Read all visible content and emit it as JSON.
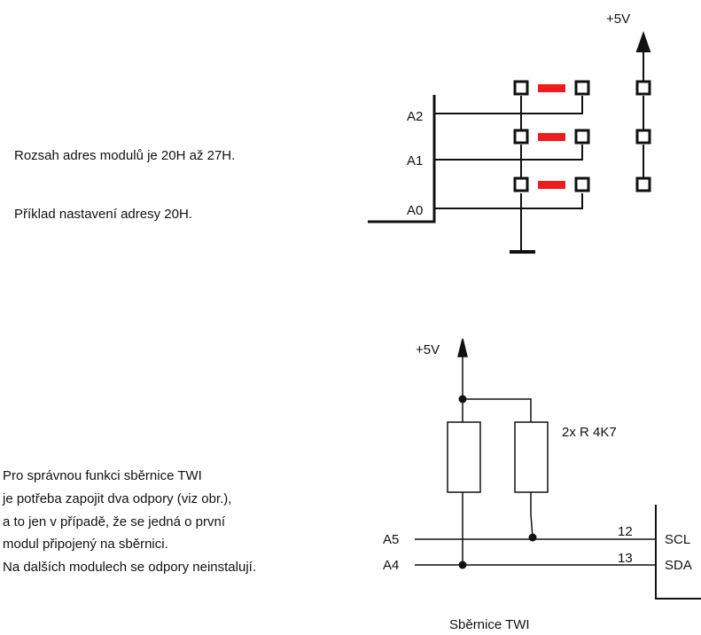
{
  "address_info": {
    "range_text": "Rozsah adres modulů je 20H až 27H.",
    "example_text": "Příklad nastavení adresy 20H."
  },
  "pullup_info": {
    "lines": [
      "Pro správnou funkci sběrnice TWI",
      "je potřeba zapojit dva odpory (viz obr.),",
      "a to jen v případě, že se jedná o první",
      "modul připojený na sběrnici.",
      "Na dalších modulech se odpory neinstalují."
    ]
  },
  "address_diagram": {
    "supply_label": "+5V",
    "pins": [
      "A2",
      "A1",
      "A0"
    ],
    "jumper_color": "#ee1c1c"
  },
  "twi_diagram": {
    "supply_label": "+5V",
    "resistor_label": "2x R 4K7",
    "lines": [
      {
        "pin": "A5",
        "number": "12",
        "signal": "SCL"
      },
      {
        "pin": "A4",
        "number": "13",
        "signal": "SDA"
      }
    ],
    "caption": "Sběrnice TWI"
  }
}
